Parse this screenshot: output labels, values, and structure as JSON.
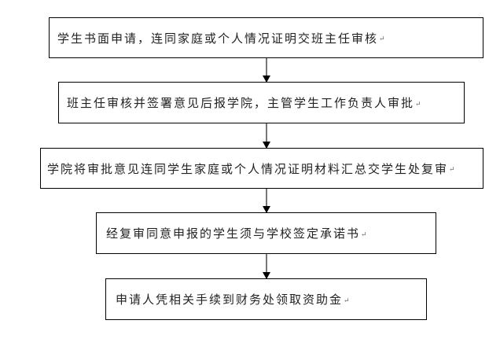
{
  "diagram": {
    "type": "flowchart",
    "direction": "top-to-bottom",
    "paragraph_mark": "↵",
    "steps": [
      {
        "text": "学生书面申请，连同家庭或个人情况证明交班主任审核"
      },
      {
        "text": "班主任审核并签署意见后报学院，主管学生工作负责人审批"
      },
      {
        "text": "学院将审批意见连同学生家庭或个人情况证明材料汇总交学生处复审"
      },
      {
        "text": "经复审同意申报的学生须与学校签定承诺书"
      },
      {
        "text": "申请人凭相关手续到财务处领取资助金"
      }
    ],
    "edges": [
      {
        "from": 0,
        "to": 1
      },
      {
        "from": 1,
        "to": 2
      },
      {
        "from": 2,
        "to": 3
      },
      {
        "from": 3,
        "to": 4
      }
    ]
  }
}
